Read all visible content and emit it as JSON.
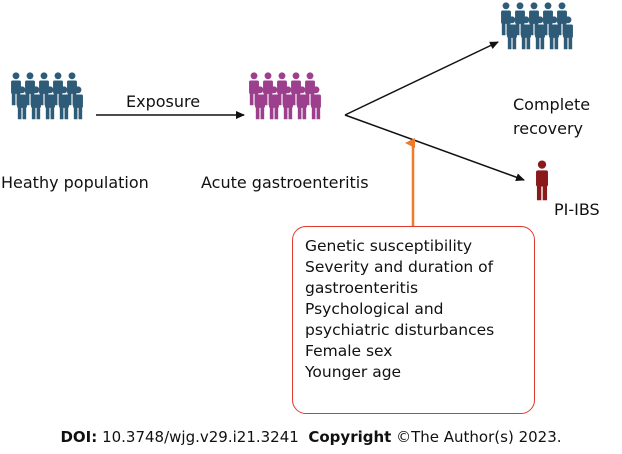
{
  "labels": {
    "healthy": "Heathy population",
    "exposure": "Exposure",
    "acute": "Acute gastroenteritis",
    "complete_recovery": "Complete\nrecovery",
    "pi_ibs": "PI-IBS"
  },
  "factors": [
    "Genetic susceptibility",
    "Severity and duration of\ngastroenteritis",
    "Psychological and\npsychiatric disturbances",
    "Female sex",
    "Younger age"
  ],
  "footer": {
    "doi_label": "DOI:",
    "doi_value": "10.3748/wjg.v29.i21.3241",
    "copyright_label": "Copyright",
    "copyright_value": "©The Author(s) 2023."
  },
  "icons": {
    "healthy_group": "people-group-icon",
    "acute_group": "people-group-icon",
    "recovery_group": "people-group-icon",
    "ibs_person": "person-icon"
  },
  "colors": {
    "healthy": "#2e5b78",
    "acute": "#9c3f8d",
    "recovery": "#2e5b78",
    "pi_ibs": "#8b1a1a",
    "influence_arrow": "#f07a2a",
    "factor_border": "#e03a2f"
  }
}
